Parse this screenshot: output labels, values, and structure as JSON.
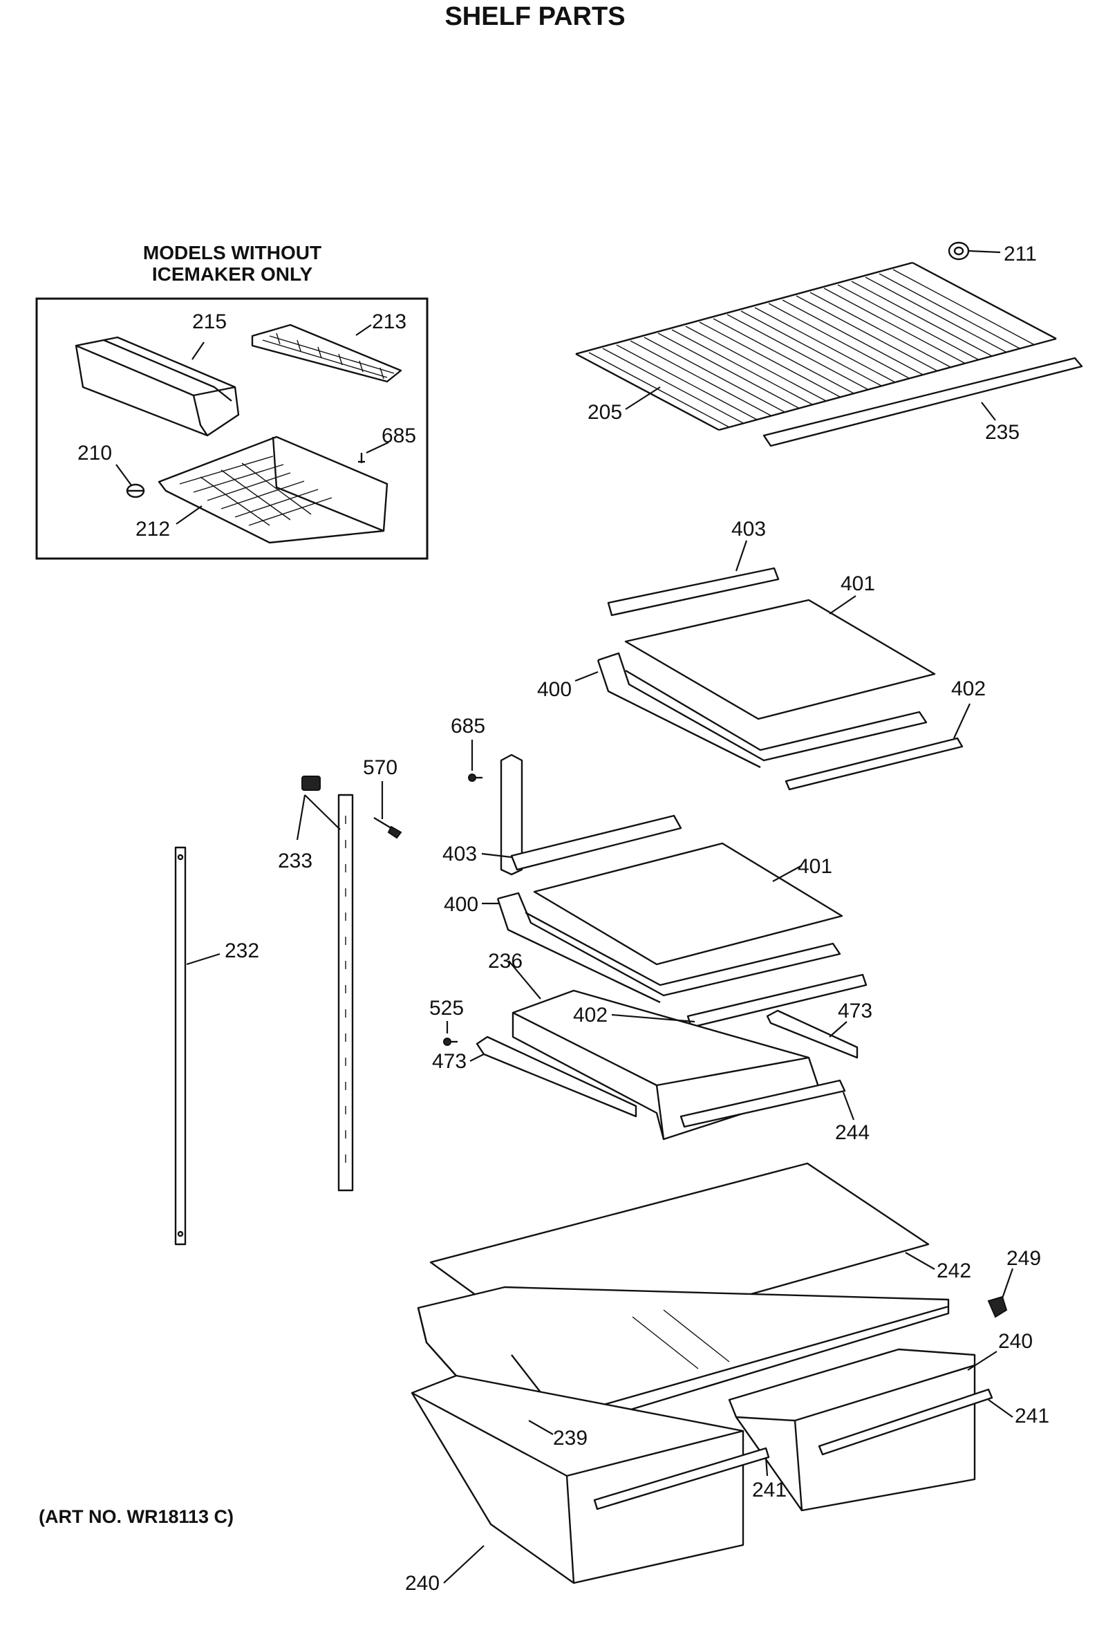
{
  "header": {
    "title": "SHELF PARTS",
    "box_title_line1": "MODELS WITHOUT",
    "box_title_line2": "ICEMAKER ONLY"
  },
  "footer": {
    "art_number": "(ART NO. WR18113 C)"
  },
  "callouts": {
    "c215": "215",
    "c213": "213",
    "c685a": "685",
    "c210": "210",
    "c212": "212",
    "c211": "211",
    "c205": "205",
    "c235": "235",
    "c403a": "403",
    "c401a": "401",
    "c400a": "400",
    "c402a": "402",
    "c685b": "685",
    "c570": "570",
    "c233": "233",
    "c232": "232",
    "c403b": "403",
    "c401b": "401",
    "c400b": "400",
    "c236": "236",
    "c525": "525",
    "c402b": "402",
    "c473a": "473",
    "c473b": "473",
    "c244": "244",
    "c242": "242",
    "c249": "249",
    "c240a": "240",
    "c241a": "241",
    "c239": "239",
    "c241b": "241",
    "c240b": "240"
  }
}
